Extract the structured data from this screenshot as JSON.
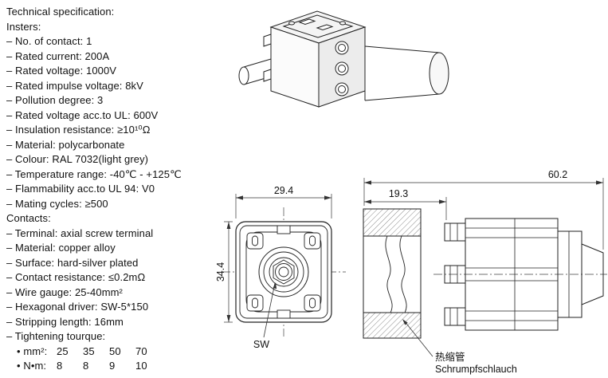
{
  "colors": {
    "line": "#222222",
    "thin_line": "#333333",
    "background": "#ffffff"
  },
  "spec": {
    "title": "Technical specification:",
    "inserts_heading": "Insters:",
    "inserts_items": [
      "– No. of contact: 1",
      "– Rated current: 200A",
      "– Rated voltage: 1000V",
      "– Rated impulse voltage: 8kV",
      "– Pollution degree: 3",
      "– Rated voltage acc.to UL: 600V",
      "– Insulation resistance: ≥10¹⁰Ω",
      "– Material: polycarbonate",
      "– Colour: RAL 7032(light grey)",
      "– Temperature range: -40℃ - +125℃",
      "– Flammability acc.to UL 94: V0",
      "– Mating cycles: ≥500"
    ],
    "contacts_heading": "Contacts:",
    "contacts_items": [
      "– Terminal: axial screw terminal",
      "– Material: copper alloy",
      "– Surface: hard-silver plated",
      "– Contact resistance: ≤0.2mΩ",
      "– Wire gauge: 25-40mm²",
      "– Hexagonal driver: SW-5*150",
      "– Stripping length: 16mm",
      "– Tightening tourque:"
    ],
    "torque_table": {
      "rows": [
        {
          "label": "• mm²:",
          "values": [
            "25",
            "35",
            "50",
            "70"
          ]
        },
        {
          "label": "• N•m:",
          "values": [
            "8",
            "8",
            "9",
            "10"
          ]
        }
      ]
    }
  },
  "drawing": {
    "front_view": {
      "width_dim": "29.4",
      "height_dim": "34.4",
      "hex_label": "SW"
    },
    "side_view": {
      "overall_dim": "60.2",
      "sleeve_dim": "19.3",
      "sleeve_label_zh": "热缩管",
      "sleeve_label_de": "Schrumpfschlauch"
    }
  }
}
